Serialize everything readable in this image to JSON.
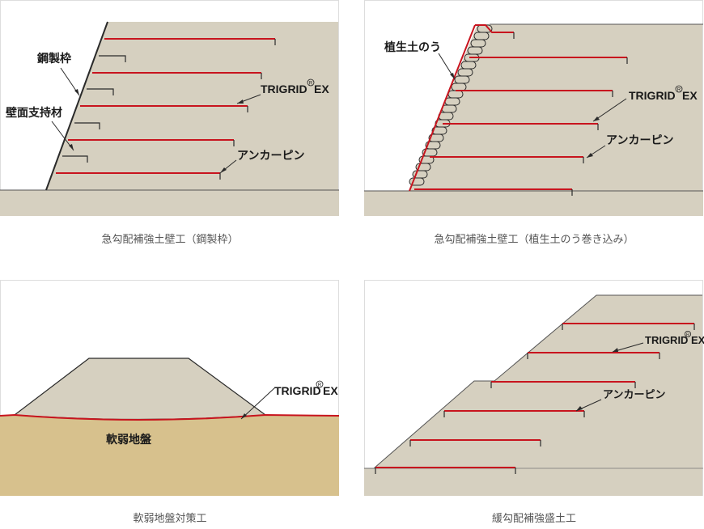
{
  "panels": [
    {
      "caption": "急勾配補強土壁工（鋼製枠）",
      "labels": {
        "frame": "鋼製枠",
        "support": "壁面支持材",
        "product": "TRIGRID",
        "product_suffix": "EX",
        "registered": "R",
        "anchor": "アンカーピン"
      }
    },
    {
      "caption": "急勾配補強土壁工（植生土のう巻き込み）",
      "labels": {
        "bags": "植生土のう",
        "product": "TRIGRID",
        "product_suffix": "EX",
        "registered": "R",
        "anchor": "アンカーピン"
      }
    },
    {
      "caption": "軟弱地盤対策工",
      "labels": {
        "ground": "軟弱地盤",
        "product": "TRIGRID",
        "product_suffix": "EX",
        "registered": "R"
      }
    },
    {
      "caption": "緩勾配補強盛土工",
      "labels": {
        "product": "TRIGRID",
        "product_suffix": "EX",
        "registered": "R",
        "anchor": "アンカーピン"
      }
    }
  ],
  "colors": {
    "soil": "#d6d0c0",
    "soft_ground": "#d7c18d",
    "grid_line": "#c8141e",
    "outline": "#2a2a2a"
  }
}
